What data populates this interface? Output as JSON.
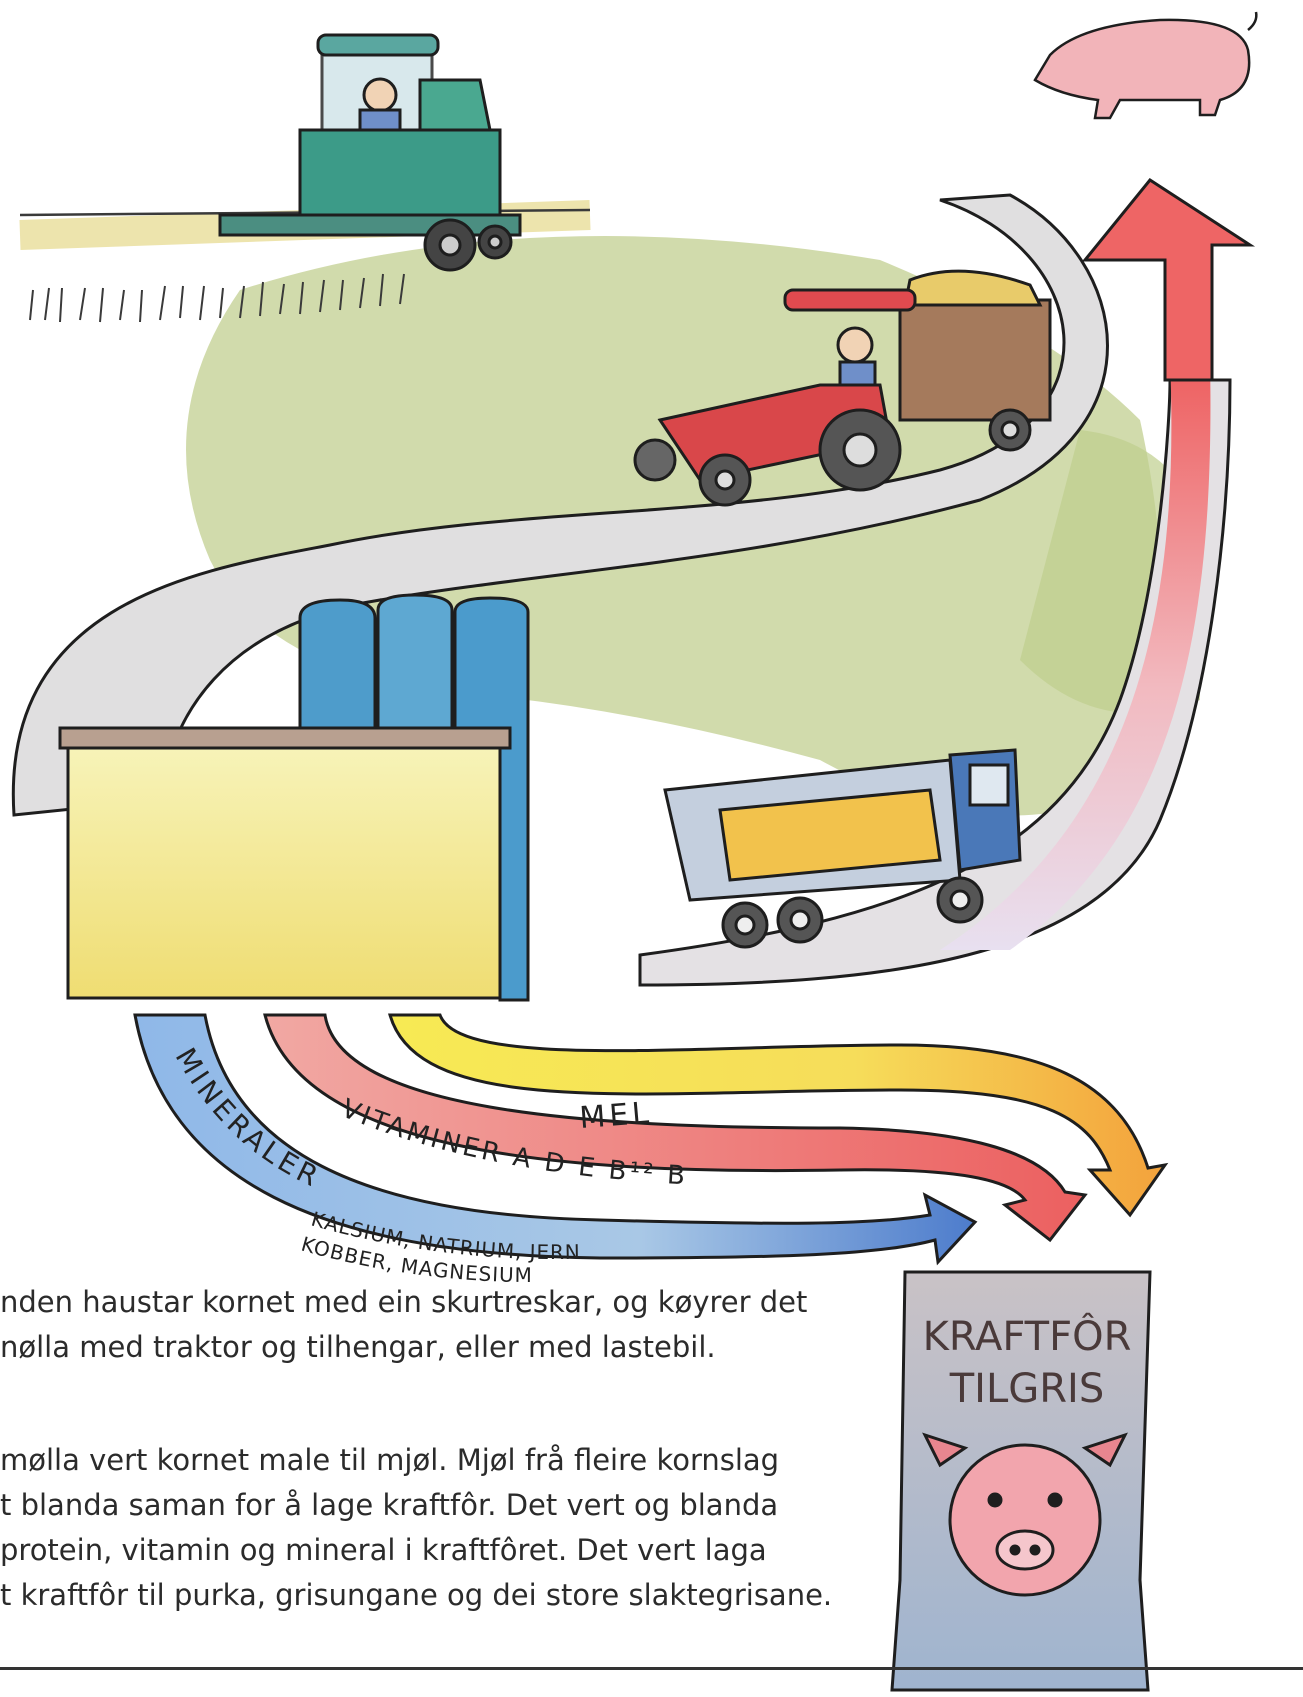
{
  "arrows": {
    "mel": "MEL",
    "vitaminer": "VITAMINER A D E B¹² B",
    "mineraler": "MINERALER",
    "minerals_line1": "KALSIUM, NATRIUM, JERN",
    "minerals_line2": "KOBBER, MAGNESIUM"
  },
  "bag": {
    "line1": "KRAFTFÔR",
    "line2": "TILGRIS"
  },
  "text": {
    "para1": [
      "nden haustar kornet med ein skurtreskar, og køyrer det",
      "nølla med traktor og tilhengar, eller med lastebil."
    ],
    "para2": [
      "mølla vert kornet male til mjøl. Mjøl frå fleire kornslag",
      "t blanda saman for å lage kraftfôr. Det vert og blanda",
      " protein, vitamin og mineral i kraftfôret. Det vert laga",
      "t kraftfôr til purka, grisungane og dei store slaktegrisane."
    ]
  },
  "colors": {
    "road": "#dcdcdc",
    "grass": "#c7d49a",
    "mel_arrow": "#f5e657",
    "vitamin_arrow": "#f2a3a0",
    "mineral_arrow": "#9cc3e8",
    "up_arrow": "#ee6d6d",
    "silo": "#4e9ccb",
    "mill": "#f4eda0",
    "combine": "#3d9a88",
    "tractor": "#d8474a",
    "pig": "#f2b4b9",
    "bag": "#b4c2d6"
  }
}
